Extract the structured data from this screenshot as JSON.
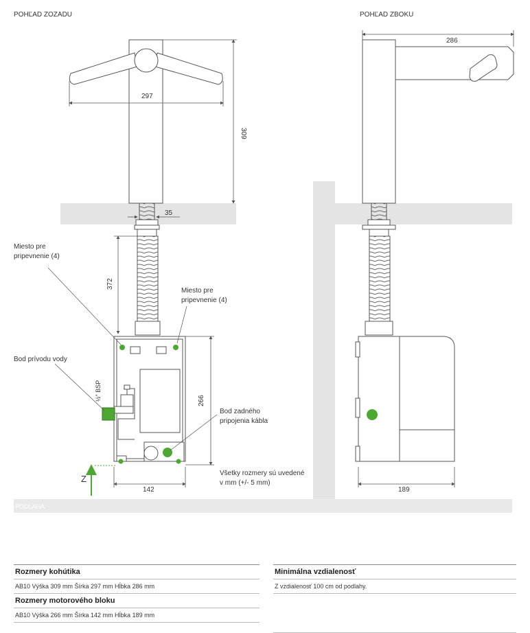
{
  "rear_view": {
    "title": "POHĽAD ZOZADU",
    "dim_width": "297",
    "dim_height": "309",
    "dim_pipe": "35",
    "dim_hose": "372",
    "dim_unit_height": "266",
    "dim_unit_width": "142",
    "label_mount_left": [
      "Miesto pre",
      "pripevnenie (4)"
    ],
    "label_mount_right": [
      "Miesto pre",
      "pripevnenie (4)"
    ],
    "label_water_inlet": "Bod prívodu vody",
    "label_bsp": "½\" BSP",
    "label_cable": [
      "Bod zadného",
      "pripojenia kábla"
    ],
    "label_note": [
      "Všetky rozmery sú uvedené",
      "v mm (+/- 5 mm)"
    ],
    "label_z": "Z",
    "label_floor": "PODLAHA"
  },
  "side_view": {
    "title": "POHĽAD ZBOKU",
    "dim_depth": "286",
    "dim_unit_depth": "189"
  },
  "colors": {
    "accent_green": "#4ca832",
    "wall_gray": "#e4e4e4",
    "line": "#555555"
  },
  "table": {
    "tap_title": "Rozmery kohútika",
    "tap_row": "AB10 Výška 309 mm  Šírka 297 mm  Hĺbka 286 mm",
    "motor_title": "Rozmery motorového bloku",
    "motor_row": "AB10 Výška 266 mm  Šírka 142 mm  Hĺbka 189 mm",
    "min_title": "Minimálna vzdialenosť",
    "min_row": "Z  vzdialenosť 100 cm od podlahy."
  }
}
